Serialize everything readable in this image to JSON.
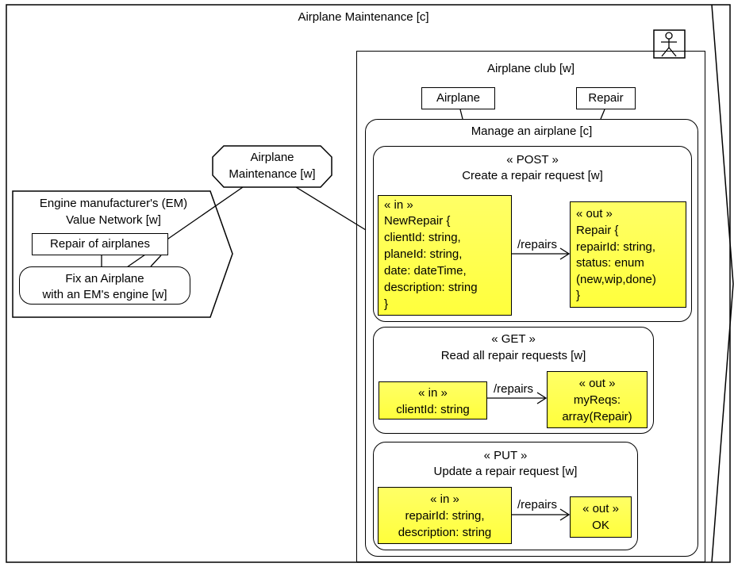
{
  "outer": {
    "title": "Airplane Maintenance [c]"
  },
  "actor": {
    "icon": "stick-figure-actor-icon"
  },
  "em_network": {
    "title_line1": "Engine manufacturer's (EM)",
    "title_line2": "Value Network [w]",
    "repair_box": "Repair of airplanes",
    "fix_line1": "Fix an Airplane",
    "fix_line2": "with an EM's engine [w]"
  },
  "octagon": {
    "line1": "Airplane",
    "line2": "Maintenance [w]"
  },
  "club": {
    "title": "Airplane club [w]",
    "airplane_box": "Airplane",
    "repair_box": "Repair",
    "manage": {
      "title": "Manage an airplane [c]"
    }
  },
  "post": {
    "stereo": "« POST »",
    "title": "Create a repair request [w]",
    "in_lines": [
      "« in »",
      "NewRepair {",
      "clientId: string,",
      "planeId: string,",
      "date: dateTime,",
      "description: string",
      "}"
    ],
    "path": "/repairs",
    "out_lines": [
      "« out »",
      "Repair {",
      "repairId: string,",
      "status: enum",
      "(new,wip,done)",
      "}"
    ]
  },
  "get": {
    "stereo": "« GET »",
    "title": "Read all repair requests [w]",
    "in_lines": [
      "« in »",
      "clientId: string"
    ],
    "path": "/repairs",
    "out_lines": [
      "« out »",
      "myReqs:",
      "array(Repair)"
    ]
  },
  "put": {
    "stereo": "« PUT »",
    "title": "Update a repair request [w]",
    "in_lines": [
      "« in »",
      "repairId: string,",
      "description: string"
    ],
    "path": "/repairs",
    "out_lines": [
      "« out »",
      "OK"
    ]
  }
}
